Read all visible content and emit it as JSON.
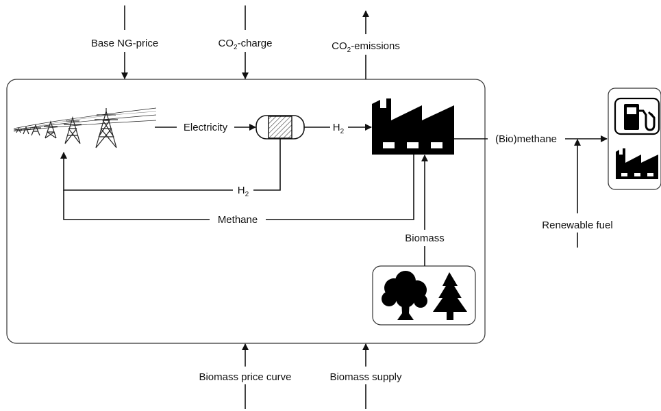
{
  "inputs": {
    "base_ng_price": "Base NG-price",
    "co2_charge_pre": "CO",
    "co2_charge_sub": "2",
    "co2_charge_post": "-charge",
    "co2_emissions_pre": "CO",
    "co2_emissions_sub": "2",
    "co2_emissions_post": "-emissions",
    "biomass_price_curve": "Biomass price curve",
    "biomass_supply": "Biomass supply",
    "renewable_fuel": "Renewable fuel"
  },
  "flows": {
    "electricity": "Electricity",
    "h2_pre": "H",
    "h2_sub": "2",
    "methane": "Methane",
    "biomass": "Biomass",
    "bio_methane": "(Bio)methane"
  },
  "icons": {
    "power_lines": "power-lines-icon",
    "electrolyser": "electrolyser-icon",
    "factory": "factory-icon",
    "fuel_pump": "fuel-pump-icon",
    "small_factory": "small-factory-icon",
    "deciduous_tree": "deciduous-tree-icon",
    "pine_tree": "pine-tree-icon"
  }
}
